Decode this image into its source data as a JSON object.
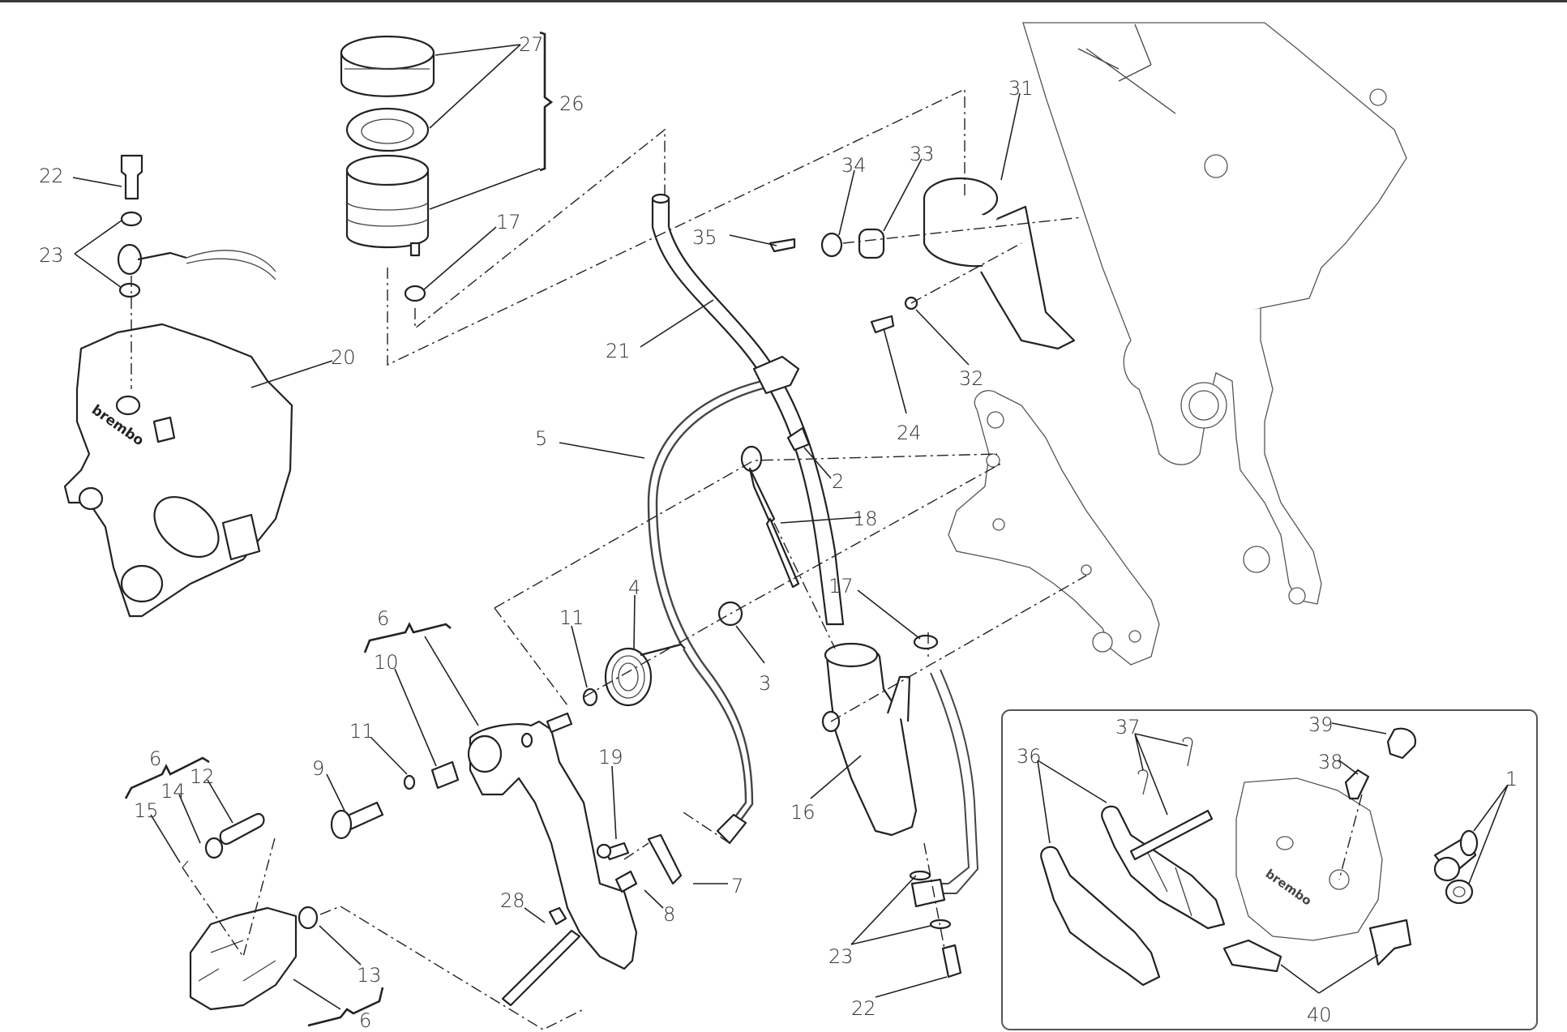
{
  "diagram": {
    "brand_logo": "brembo",
    "callouts": {
      "c1": "1",
      "c2": "2",
      "c3": "3",
      "c4": "4",
      "c5": "5",
      "c6a": "6",
      "c6b": "6",
      "c6c": "6",
      "c7": "7",
      "c8": "8",
      "c9": "9",
      "c10": "10",
      "c11a": "11",
      "c11b": "11",
      "c12": "12",
      "c13": "13",
      "c14": "14",
      "c15": "15",
      "c16": "16",
      "c17a": "17",
      "c17b": "17",
      "c18": "18",
      "c19": "19",
      "c20": "20",
      "c21": "21",
      "c22a": "22",
      "c22b": "22",
      "c23a": "23",
      "c23b": "23",
      "c24": "24",
      "c26": "26",
      "c27": "27",
      "c28": "28",
      "c31": "31",
      "c32": "32",
      "c33": "33",
      "c34": "34",
      "c35": "35",
      "c36": "36",
      "c37": "37",
      "c38": "38",
      "c39": "39",
      "c40": "40"
    }
  }
}
